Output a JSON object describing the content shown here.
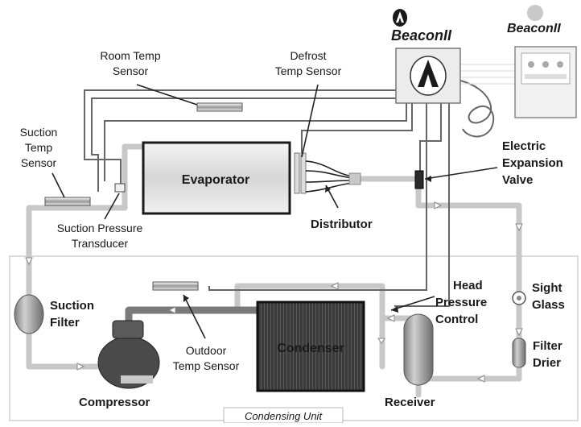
{
  "brand": {
    "controller_name": "BeaconII",
    "thermostat_name": "BeaconII"
  },
  "components": {
    "evaporator": "Evaporator",
    "condenser": "Condenser",
    "compressor": "Compressor",
    "receiver": "Receiver",
    "distributor": "Distributor",
    "suction_filter": [
      "Suction",
      "Filter"
    ],
    "sight_glass": [
      "Sight",
      "Glass"
    ],
    "filter_drier": [
      "Filter",
      "Drier"
    ],
    "electric_expansion_valve": [
      "Electric",
      "Expansion",
      "Valve"
    ],
    "head_pressure_control": [
      "Head",
      "Pressure",
      "Control"
    ]
  },
  "sensors": {
    "room_temp": [
      "Room Temp",
      "Sensor"
    ],
    "defrost_temp": [
      "Defrost",
      "Temp Sensor"
    ],
    "suction_temp": [
      "Suction",
      "Temp",
      "Sensor"
    ],
    "suction_pressure": [
      "Suction Pressure",
      "Transducer"
    ],
    "outdoor_temp": [
      "Outdoor",
      "Temp Sensor"
    ]
  },
  "condensing_unit_label": "Condensing Unit"
}
